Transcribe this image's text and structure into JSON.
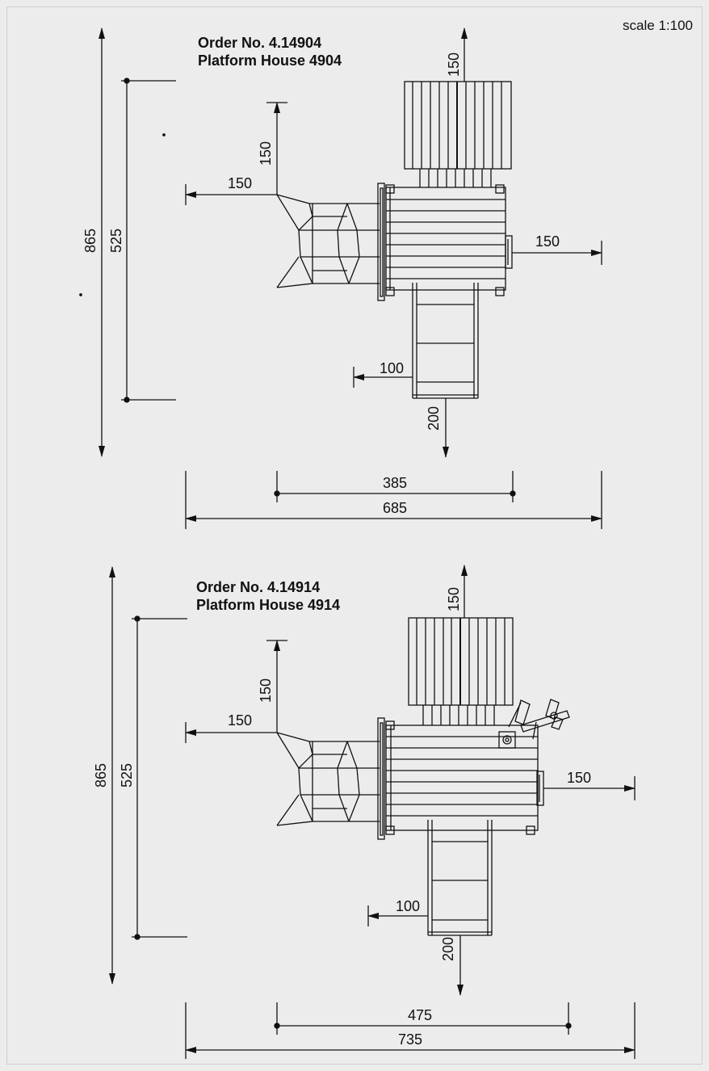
{
  "scale_label": "scale 1:100",
  "plans": [
    {
      "order": "Order No. 4.14904",
      "name": "Platform House 4904",
      "dims": {
        "overall_height": "865",
        "inner_height": "525",
        "left": "150",
        "top_slide": "150",
        "top_roof": "150",
        "right": "150",
        "ladder_left": "100",
        "ladder_down": "200",
        "inner_width": "385",
        "overall_width": "685"
      }
    },
    {
      "order": "Order No. 4.14914",
      "name": "Platform House 4914",
      "dims": {
        "overall_height": "865",
        "inner_height": "525",
        "left": "150",
        "top_slide": "150",
        "top_roof": "150",
        "right": "150",
        "ladder_left": "100",
        "ladder_down": "200",
        "inner_width": "475",
        "overall_width": "735"
      }
    }
  ]
}
